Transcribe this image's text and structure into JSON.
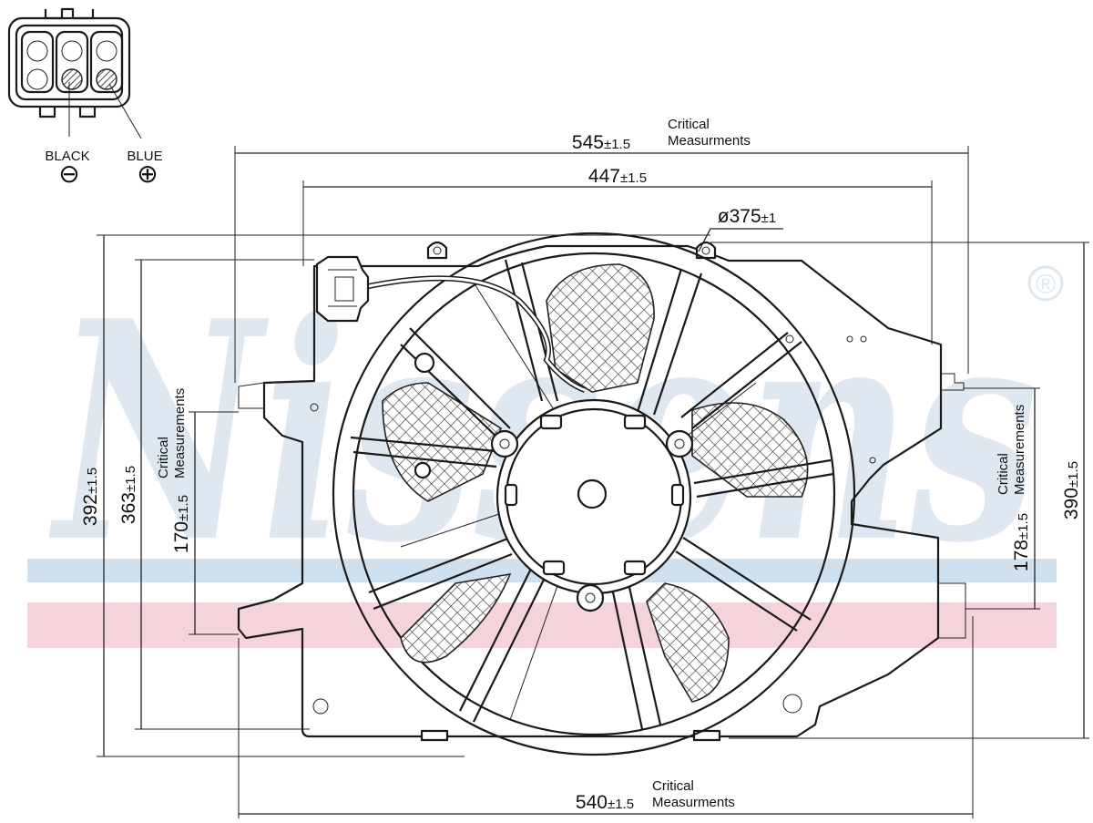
{
  "watermark": {
    "brand": "Nissens",
    "registered_mark": "®"
  },
  "connector": {
    "pins": [
      {
        "label": "BLACK",
        "polarity_symbol": "⊖"
      },
      {
        "label": "BLUE",
        "polarity_symbol": "⊕"
      }
    ]
  },
  "dimensions": {
    "overall_width": {
      "value": "545",
      "tolerance": "±1.5",
      "note": [
        "Critical",
        "Measurments"
      ]
    },
    "shroud_width": {
      "value": "447",
      "tolerance": "±1.5"
    },
    "fan_diameter": {
      "prefix": "ø",
      "value": "375",
      "tolerance": "±1"
    },
    "overall_height_left": {
      "value": "392",
      "tolerance": "±1.5"
    },
    "inner_height_left": {
      "value": "363",
      "tolerance": "±1.5",
      "note": [
        "Critical",
        "Measurements"
      ]
    },
    "mount_height_left": {
      "value": "170",
      "tolerance": "±1.5"
    },
    "overall_height_right": {
      "value": "390",
      "tolerance": "±1.5"
    },
    "mount_height_right": {
      "value": "178",
      "tolerance": "±1.5",
      "note": [
        "Critical",
        "Measurements"
      ]
    },
    "bottom_width": {
      "value": "540",
      "tolerance": "±1.5",
      "note": [
        "Critical",
        "Measurments"
      ]
    }
  },
  "colors": {
    "watermark_blue": "#dfe8f1",
    "stripe_blue": "#cfe0ee",
    "stripe_red": "#f5d3da",
    "line": "#1a1a1a"
  }
}
